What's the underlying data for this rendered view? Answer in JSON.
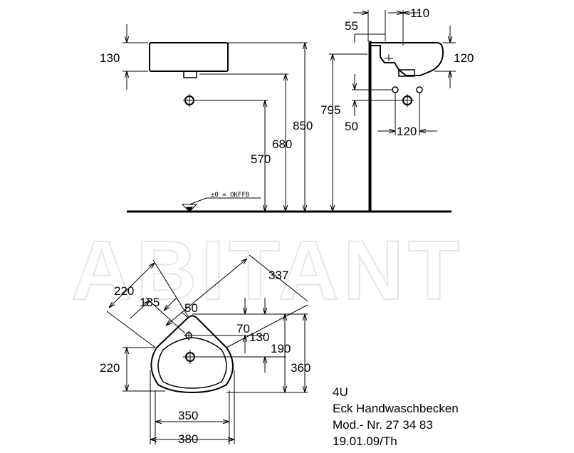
{
  "watermark": "ABITANT",
  "elevation_front": {
    "dims": {
      "height_basin": "130",
      "height_850": "850",
      "height_680": "680",
      "height_570": "570"
    },
    "floor_note": "±0 = OKFFB"
  },
  "elevation_side": {
    "dims": {
      "d110": "110",
      "d55": "55",
      "d120_top": "120",
      "d795": "795",
      "d50": "50",
      "d120_bottom": "120"
    }
  },
  "plan": {
    "dims": {
      "d337": "337",
      "d220_diag": "220",
      "d135": "135",
      "d50": "50",
      "d70": "70",
      "d130": "130",
      "d190": "190",
      "d220_left": "220",
      "d360": "360",
      "d350": "350",
      "d380": "380"
    }
  },
  "info": {
    "model": "4U",
    "name": "Eck Handwaschbecken",
    "mod_number": "Mod.- Nr. 27 34 83",
    "date": "19.01.09/Th"
  }
}
